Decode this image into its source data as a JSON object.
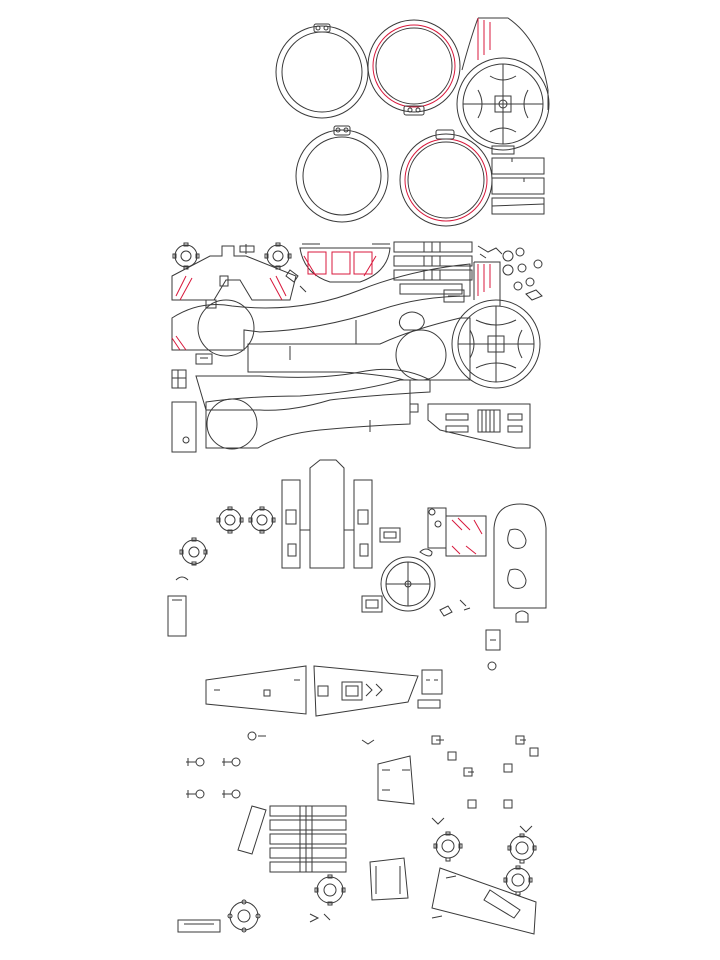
{
  "sheet": {
    "kind": "laser-cut part layout",
    "colors": {
      "cut_line": "#3a3a3a",
      "engrave_line": "#d8193c",
      "background": "#ffffff"
    },
    "groups": [
      "rings-and-propeller-housing",
      "fuselage-frame-and-arms",
      "motor-mounts-and-wheels",
      "wing-panels",
      "small-clips-and-gears"
    ]
  }
}
